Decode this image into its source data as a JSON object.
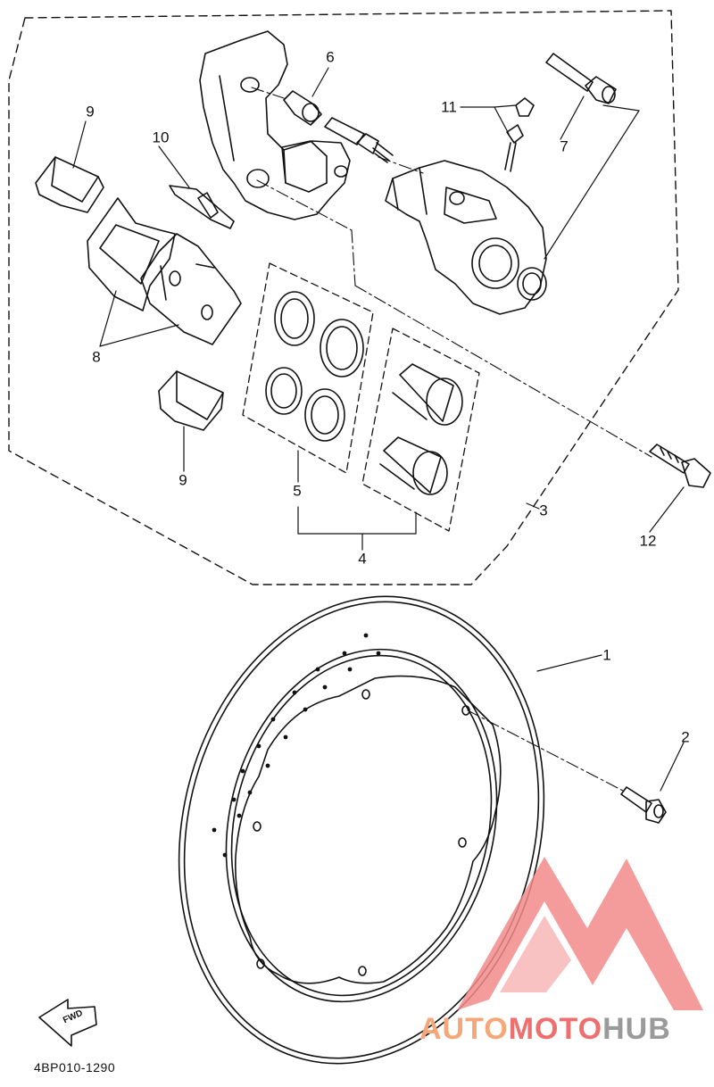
{
  "diagram": {
    "labels": {
      "l1": "1",
      "l2": "2",
      "l3": "3",
      "l4": "4",
      "l5": "5",
      "l6": "6",
      "l7": "7",
      "l8": "8",
      "l9a": "9",
      "l9b": "9",
      "l10": "10",
      "l11": "11",
      "l12": "12"
    },
    "fwd": "FWD",
    "part_code": "4BP010-1290"
  },
  "watermark": {
    "part1": "AUTO",
    "part2": "MOTO",
    "part3": "HUB",
    "colors": {
      "part1": "#f6a77a",
      "part2": "#ef6f6f",
      "part3": "#9a9a9a",
      "logo": "#f28b8b"
    }
  }
}
